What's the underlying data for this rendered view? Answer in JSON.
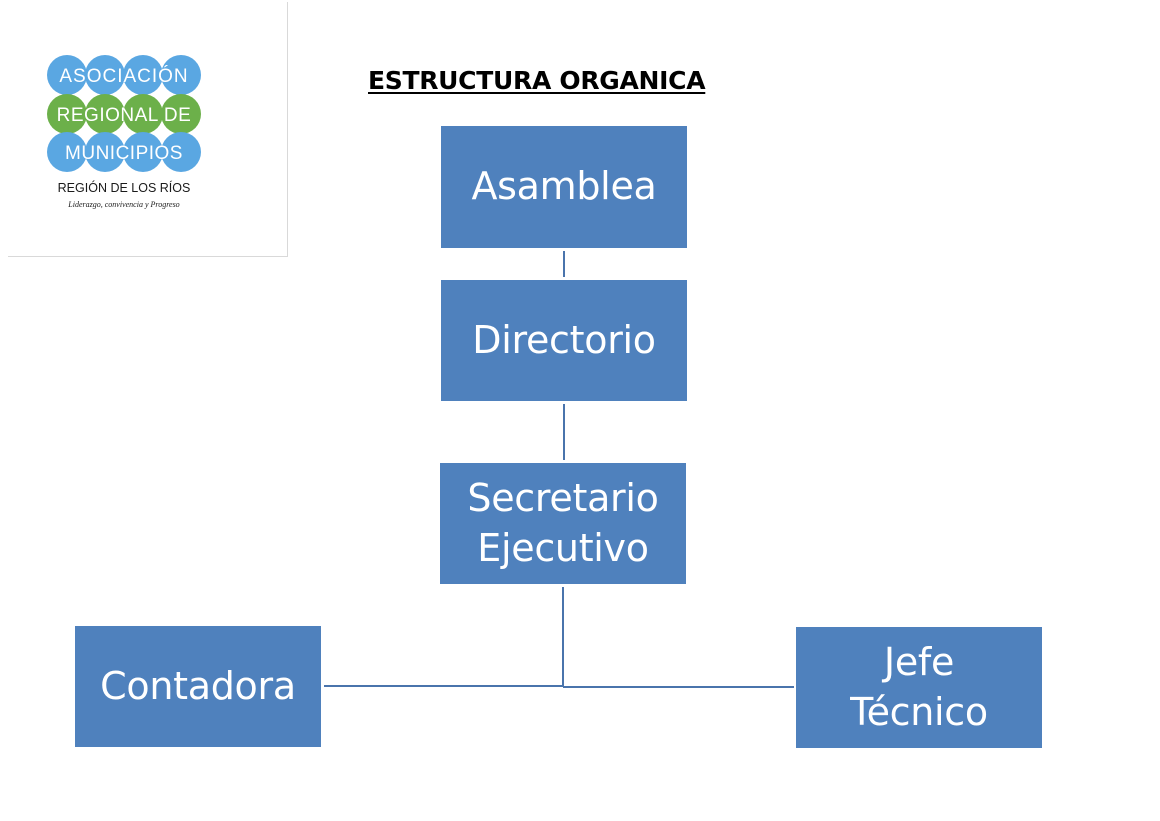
{
  "logo": {
    "circle_words": [
      "ASOCIACIÓN",
      "REGIONAL DE",
      "MUNICIPIOS"
    ],
    "region_text": "REGIÓN DE LOS RÍOS",
    "tagline": "Liderazgo, convivencia y Progreso",
    "colors": {
      "blue": "#5aa7e2",
      "green": "#6cb04a"
    }
  },
  "title": "ESTRUCTURA ORGANICA",
  "org_chart": {
    "nodes": [
      {
        "id": "asamblea",
        "label": "Asamblea"
      },
      {
        "id": "directorio",
        "label": "Directorio"
      },
      {
        "id": "secretario",
        "label": "Secretario\nEjecutivo"
      },
      {
        "id": "contadora",
        "label": "Contadora"
      },
      {
        "id": "jefe",
        "label": "Jefe\nTécnico"
      }
    ],
    "edges": [
      [
        "asamblea",
        "directorio"
      ],
      [
        "directorio",
        "secretario"
      ],
      [
        "secretario",
        "contadora"
      ],
      [
        "secretario",
        "jefe"
      ]
    ],
    "box_color": "#4f81bd",
    "line_color": "#4a74ac"
  }
}
